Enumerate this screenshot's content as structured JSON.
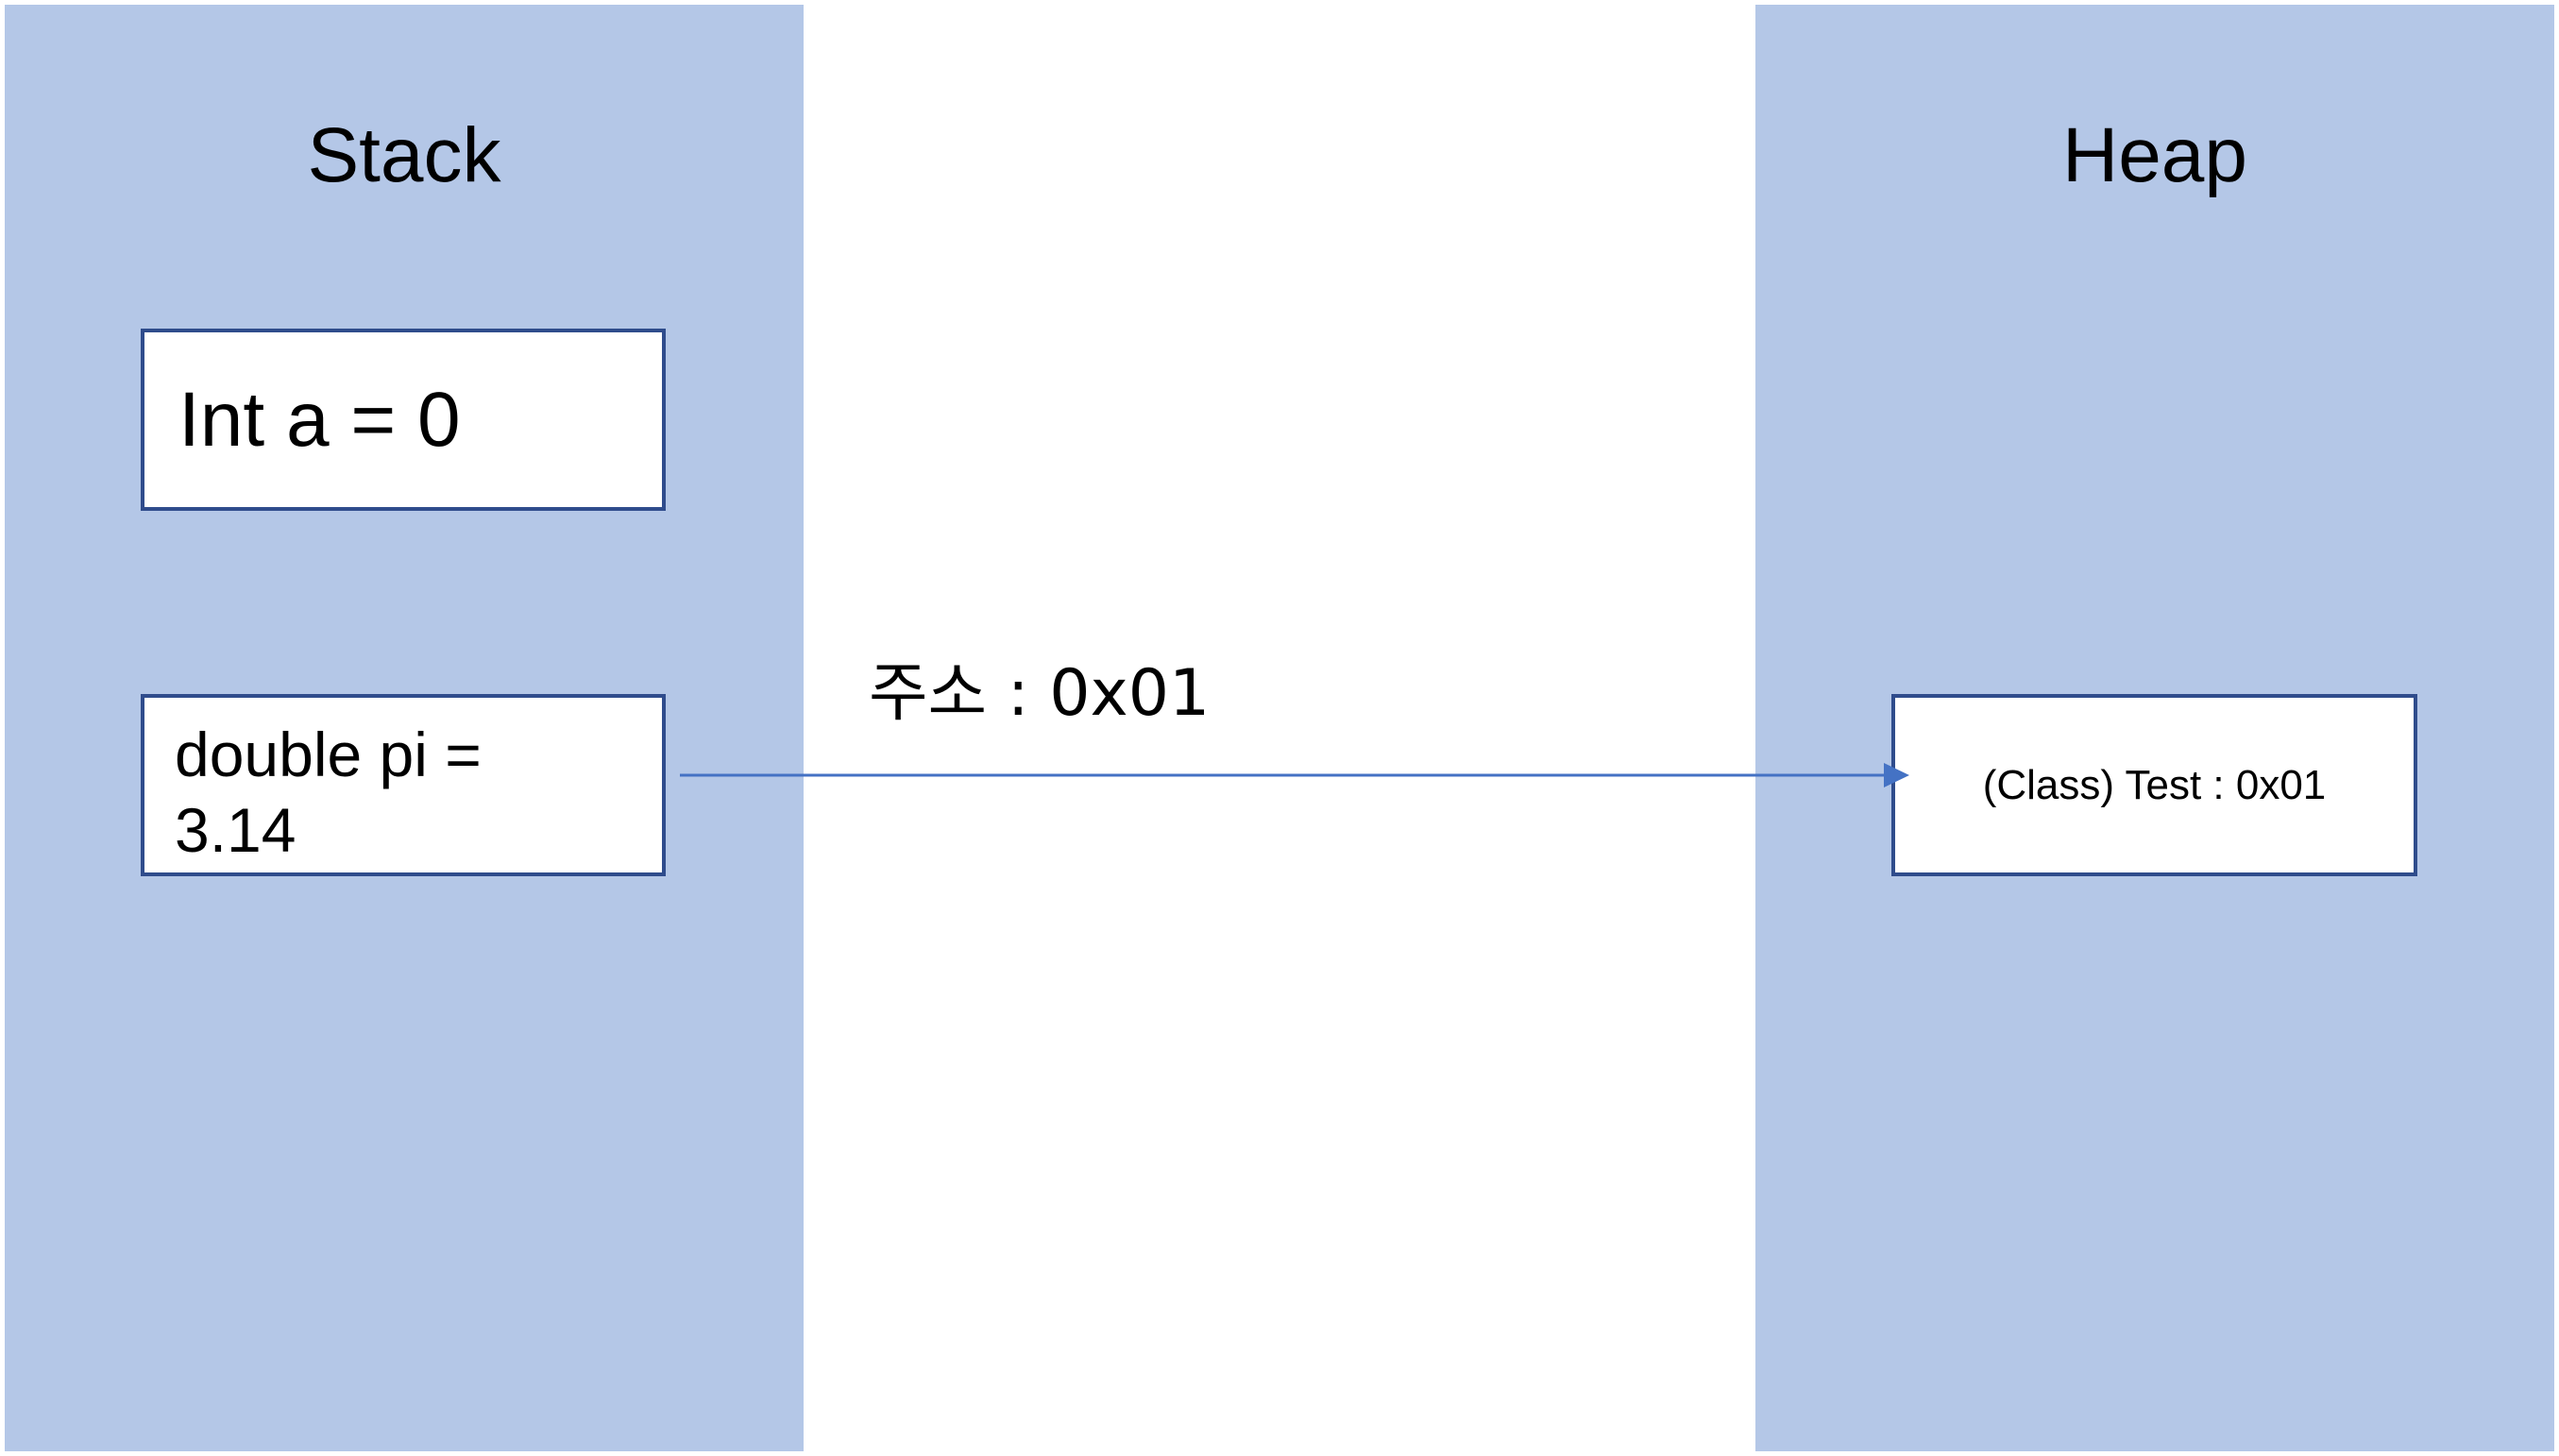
{
  "stack": {
    "title": "Stack",
    "items": [
      {
        "label": "Int a = 0"
      },
      {
        "label": "double pi =\n3.14"
      }
    ]
  },
  "heap": {
    "title": "Heap",
    "object": {
      "label": "(Class) Test : 0x01"
    }
  },
  "reference": {
    "label": "주소 : 0x01"
  },
  "colors": {
    "panel": "#b4c7e7",
    "box_border": "#2f4c8c",
    "arrow": "#4472c4"
  }
}
